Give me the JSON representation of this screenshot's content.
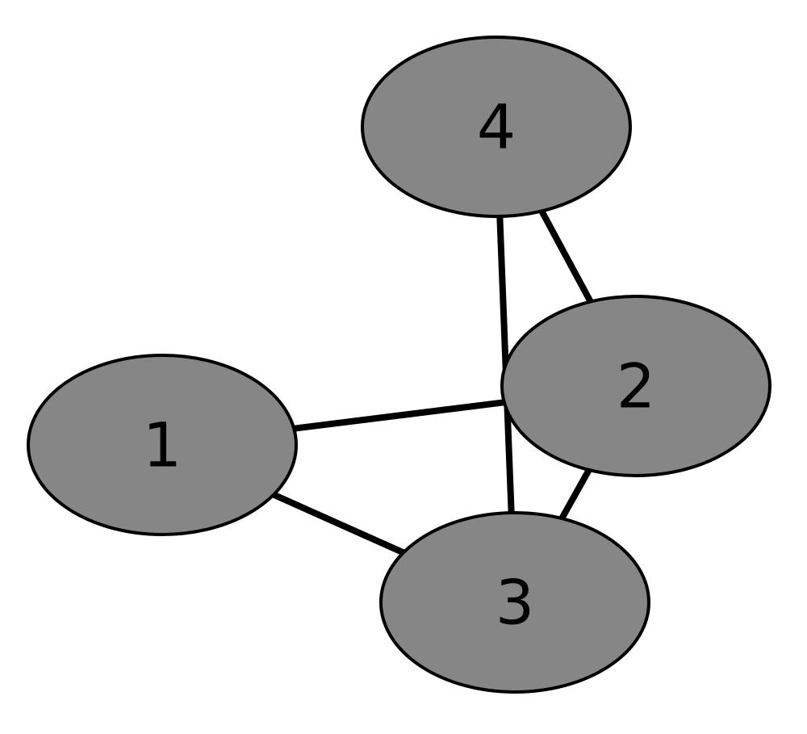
{
  "diagram": {
    "type": "undirected-graph",
    "colors": {
      "node_fill": "#868686",
      "node_stroke": "#000000",
      "edge": "#000000",
      "label": "#000000",
      "background": "#ffffff"
    },
    "nodes": [
      {
        "id": "1",
        "label": "1"
      },
      {
        "id": "2",
        "label": "2"
      },
      {
        "id": "3",
        "label": "3"
      },
      {
        "id": "4",
        "label": "4"
      }
    ],
    "edges": [
      {
        "from": "1",
        "to": "2"
      },
      {
        "from": "1",
        "to": "3"
      },
      {
        "from": "2",
        "to": "3"
      },
      {
        "from": "2",
        "to": "4"
      },
      {
        "from": "3",
        "to": "4"
      }
    ]
  }
}
